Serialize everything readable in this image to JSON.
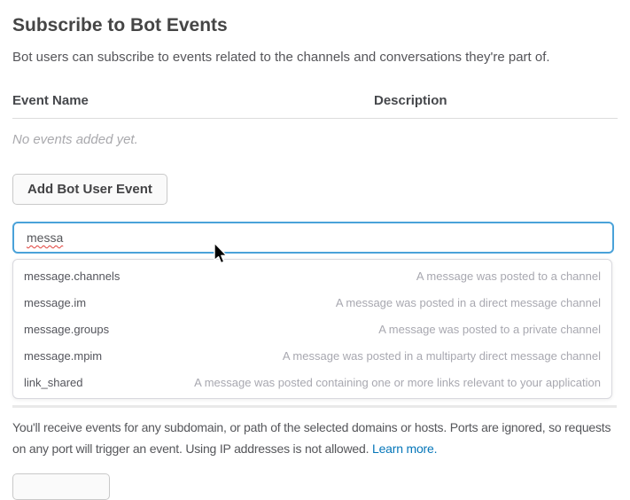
{
  "page": {
    "title": "Subscribe to Bot Events",
    "subtitle": "Bot users can subscribe to events related to the channels and conversations they're part of."
  },
  "events_table": {
    "columns": [
      "Event Name",
      "Description"
    ],
    "empty_text": "No events added yet."
  },
  "actions": {
    "add_button_label": "Add Bot User Event"
  },
  "search": {
    "value": "messa"
  },
  "suggestions": [
    {
      "name": "message.channels",
      "description": "A message was posted to a channel"
    },
    {
      "name": "message.im",
      "description": "A message was posted in a direct message channel"
    },
    {
      "name": "message.groups",
      "description": "A message was posted to a private channel"
    },
    {
      "name": "message.mpim",
      "description": "A message was posted in a multiparty direct message channel"
    },
    {
      "name": "link_shared",
      "description": "A message was posted containing one or more links relevant to your application"
    }
  ],
  "footer": {
    "text": "You'll receive events for any subdomain, or path of the selected domains or hosts. Ports are ignored, so requests on any port will trigger an event. Using IP addresses is not allowed.",
    "link_label": "Learn more."
  },
  "colors": {
    "accent_blue": "#4aa2d9",
    "link_blue": "#0576b9",
    "text_dark": "#454545",
    "text_body": "#555559",
    "muted_gray": "#a8a8b0"
  }
}
